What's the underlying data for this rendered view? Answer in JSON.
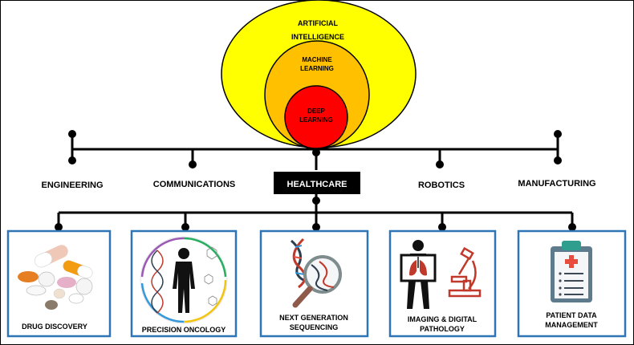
{
  "ai": {
    "outer_line1": "ARTIFICIAL",
    "outer_line2": "INTELLIGENCE",
    "middle_line1": "MACHINE",
    "middle_line2": "LEARNING",
    "inner_line1": "DEEP",
    "inner_line2": "LEARNING",
    "colors": {
      "outer": "#FFFF00",
      "middle": "#FFC000",
      "inner": "#FF0000"
    }
  },
  "fields": [
    {
      "label": "ENGINEERING"
    },
    {
      "label": "COMMUNICATIONS"
    },
    {
      "label": "HEALTHCARE",
      "highlighted": true
    },
    {
      "label": "ROBOTICS"
    },
    {
      "label": "MANUFACTURING"
    }
  ],
  "applications": [
    {
      "line1": "DRUG DISCOVERY",
      "line2": "",
      "icon": "pills-icon"
    },
    {
      "line1": "PRECISION ONCOLOGY",
      "line2": "",
      "icon": "human-dna-icon"
    },
    {
      "line1": "NEXT GENERATION",
      "line2": "SEQUENCING",
      "icon": "dna-magnifier-icon"
    },
    {
      "line1": "IMAGING & DIGITAL",
      "line2": "PATHOLOGY",
      "icon": "xray-microscope-icon"
    },
    {
      "line1": "PATIENT DATA",
      "line2": "MANAGEMENT",
      "icon": "clipboard-icon"
    }
  ],
  "card_border_color": "#2E75B6"
}
